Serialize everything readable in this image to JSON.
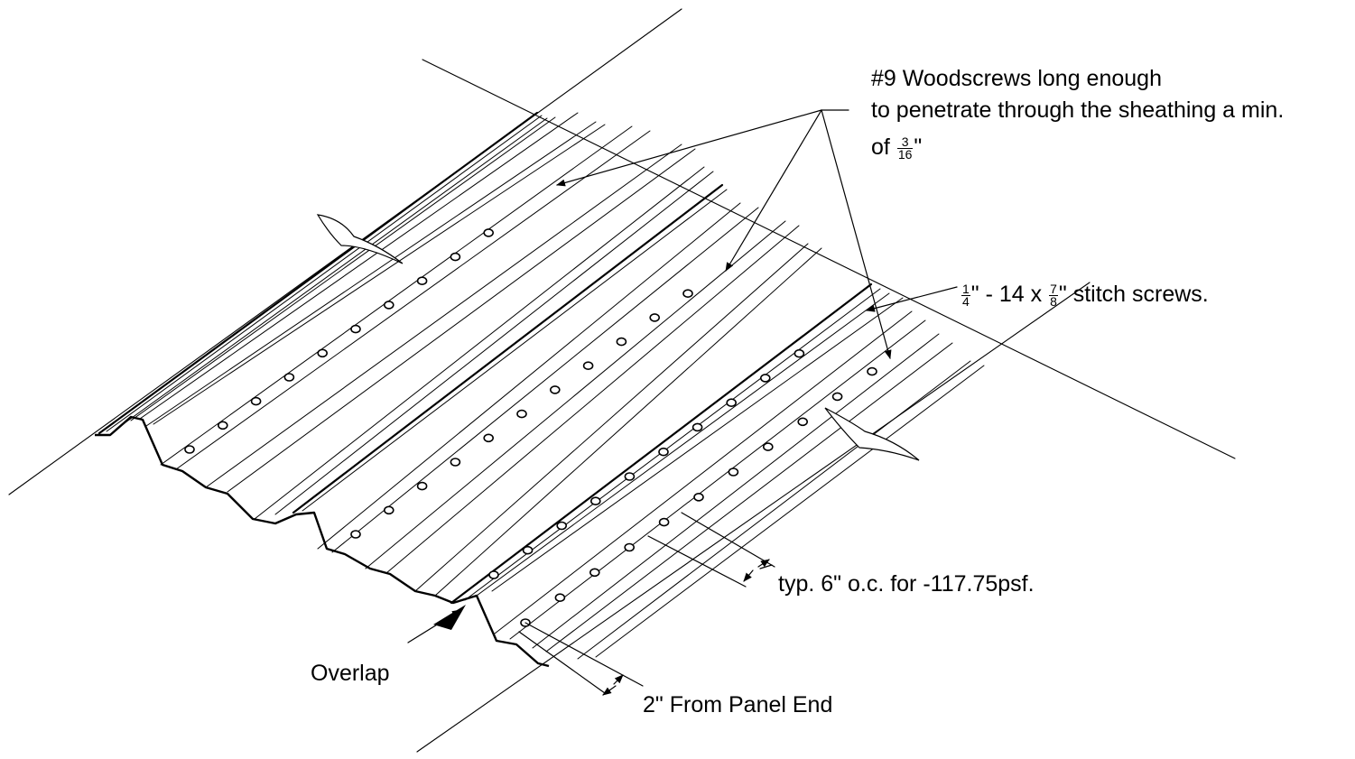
{
  "diagram": {
    "callouts": {
      "woodscrews": {
        "line1": "#9 Woodscrews long enough",
        "line2": "to penetrate through the sheathing a min.",
        "line3_prefix": "of",
        "fraction": {
          "num": "3",
          "den": "16"
        },
        "line3_suffix": "\""
      },
      "stitch_screws": {
        "frac1": {
          "num": "1",
          "den": "4"
        },
        "middle": "\" - 14 x",
        "frac2": {
          "num": "7",
          "den": "8"
        },
        "suffix": "\" stitch screws."
      },
      "spacing": "typ. 6\" o.c. for -117.75psf.",
      "overlap": "Overlap",
      "panel_end": "2\" From Panel End"
    },
    "colors": {
      "line": "#000000",
      "background": "#ffffff",
      "screw_fill": "#ffffff"
    }
  }
}
